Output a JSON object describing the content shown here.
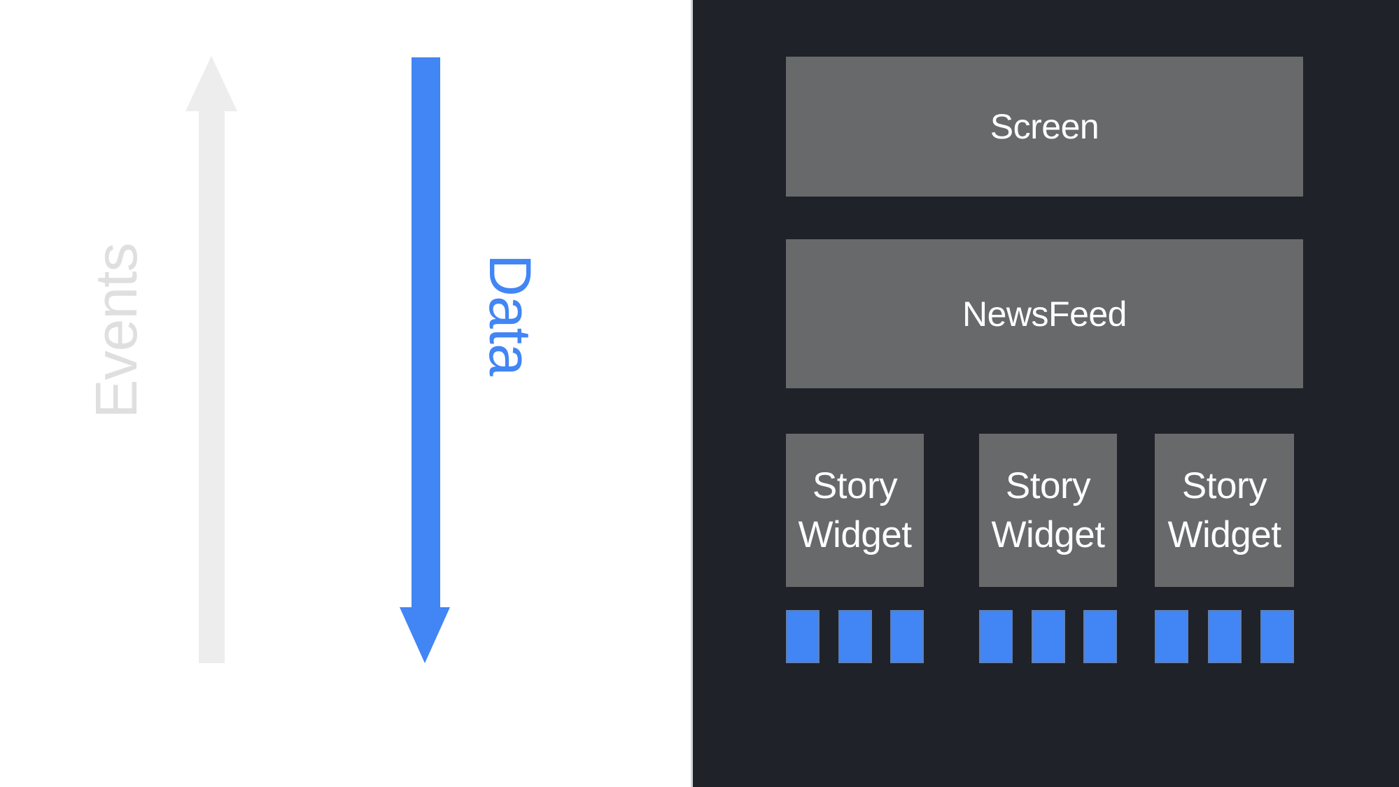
{
  "slide": {
    "flow_labels": {
      "events": "Events",
      "data": "Data"
    },
    "widget_tree": {
      "screen": "Screen",
      "newsfeed": "NewsFeed",
      "stories": [
        {
          "label": "Story Widget"
        },
        {
          "label": "Story Widget"
        },
        {
          "label": "Story Widget"
        }
      ],
      "squares_per_story": 3
    },
    "icons": {
      "events_arrow": "up-arrow",
      "data_arrow": "down-arrow"
    },
    "colors": {
      "background_left": "#ffffff",
      "background_panel": "#1f2228",
      "box_gray": "#68696b",
      "accent_blue": "#4285f4",
      "arrow_gray": "#ededed",
      "events_text_gray": "#dfdfdf",
      "box_text": "#ffffff"
    }
  }
}
